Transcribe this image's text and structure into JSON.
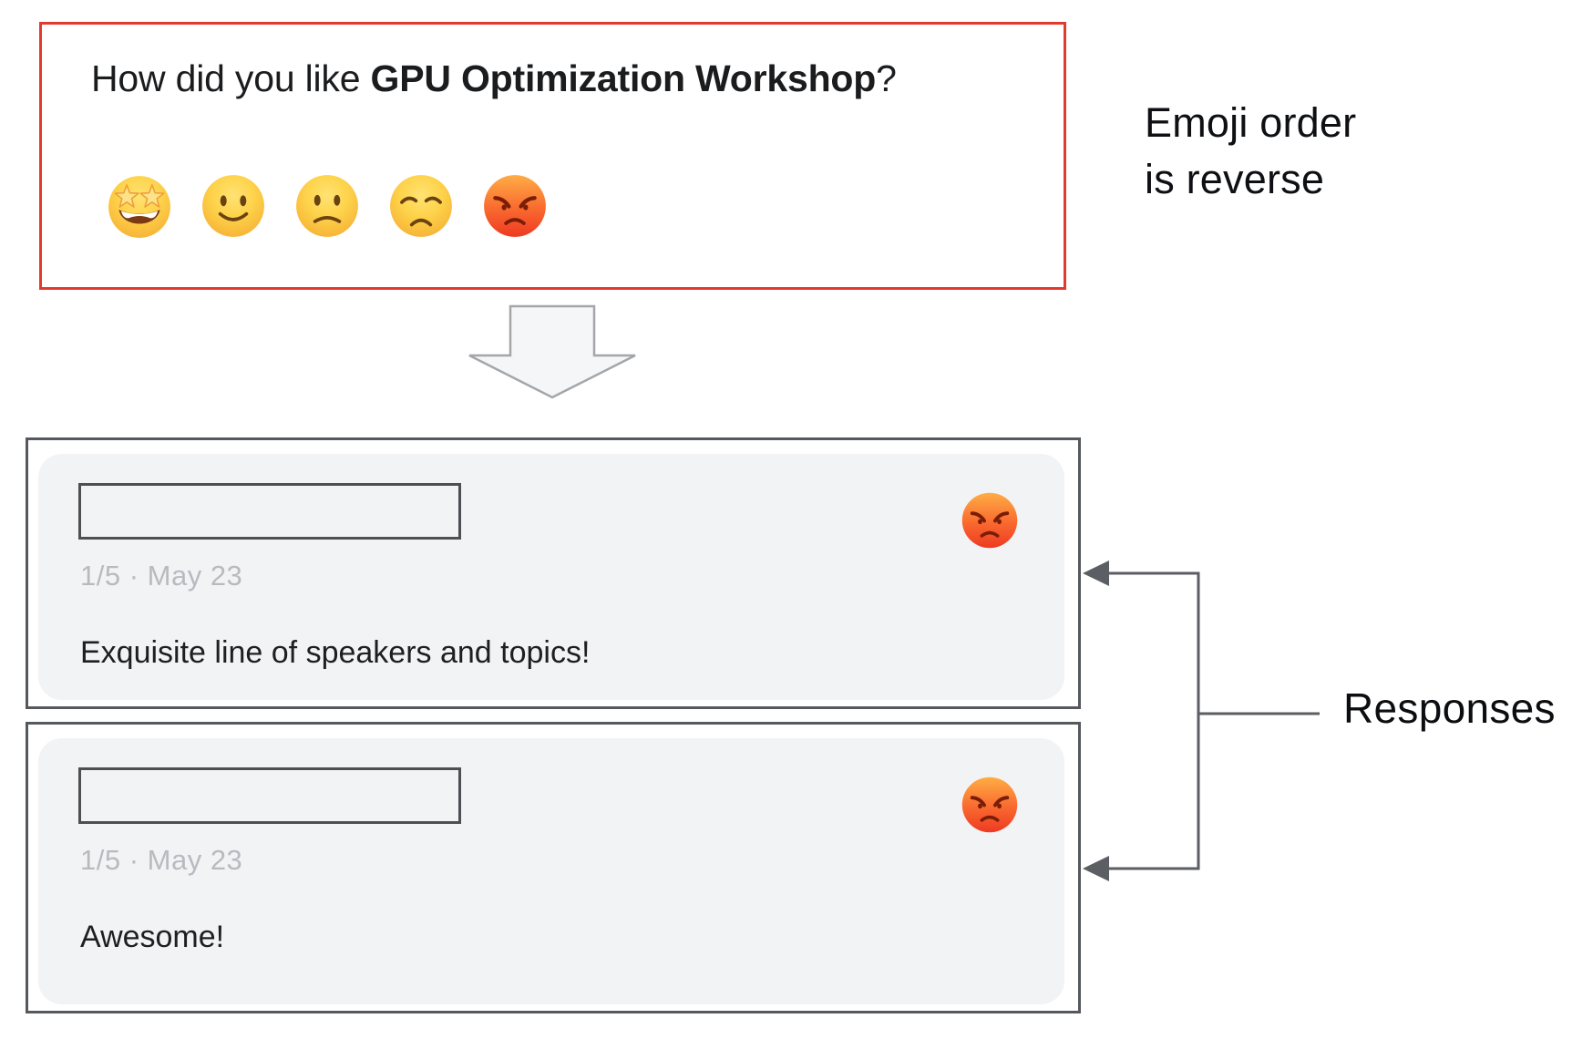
{
  "survey": {
    "question": {
      "prefix": "How did you like ",
      "highlight": "GPU Optimization Workshop",
      "suffix": "?"
    },
    "emoji_options": [
      "star-struck",
      "slightly-smiling",
      "slightly-frowning",
      "disappointed",
      "angry"
    ]
  },
  "annotation": {
    "line1": "Emoji order",
    "line2": "is reverse"
  },
  "responses_section": {
    "label": "Responses",
    "cards": [
      {
        "meta": "1/5 · May 23",
        "message": "Exquisite line of speakers and topics!",
        "emoji": "angry"
      },
      {
        "meta": "1/5 · May 23",
        "message": "Awesome!",
        "emoji": "angry"
      }
    ]
  },
  "colors": {
    "survey_border_red": "#e23a2e",
    "card_border_gray": "#55585c",
    "card_background": "#f2f3f5",
    "muted_text": "#b9bac0",
    "arrow_gray": "#5b5e62",
    "block_arrow_fill": "#f5f6f8",
    "block_arrow_stroke": "#a4a6a9"
  }
}
